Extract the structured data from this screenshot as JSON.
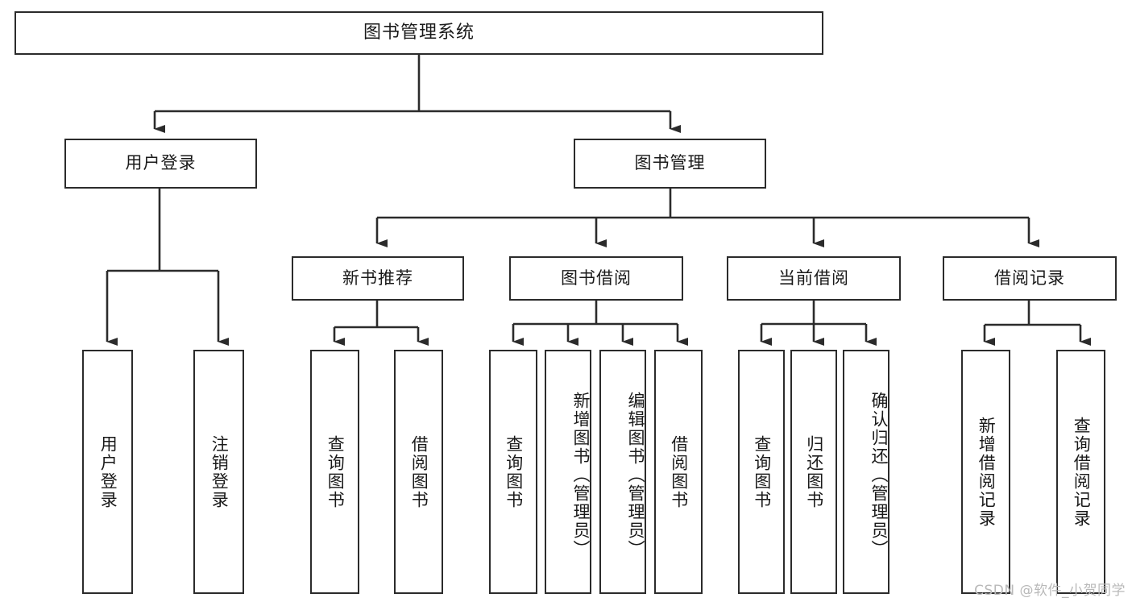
{
  "diagram": {
    "type": "tree",
    "title": "图书管理系统",
    "orientation": "top-down",
    "colors": {
      "stroke": "#2b2b2b",
      "fill": "#ffffff",
      "text": "#1a1a1a",
      "watermark": "#b9b9b9"
    },
    "root": {
      "label": "图书管理系统"
    },
    "level2": [
      {
        "label": "用户登录"
      },
      {
        "label": "图书管理"
      }
    ],
    "level3": [
      {
        "label": "新书推荐"
      },
      {
        "label": "图书借阅"
      },
      {
        "label": "当前借阅"
      },
      {
        "label": "借阅记录"
      }
    ],
    "leaves": {
      "user_login": [
        {
          "label": "用户登录"
        },
        {
          "label": "注销登录"
        }
      ],
      "new_book_recommend": [
        {
          "label": "查询图书"
        },
        {
          "label": "借阅图书"
        }
      ],
      "book_borrow": [
        {
          "label": "查询图书"
        },
        {
          "label": "新增图书（管理员）"
        },
        {
          "label": "编辑图书（管理员）"
        },
        {
          "label": "借阅图书"
        }
      ],
      "current_borrow": [
        {
          "label": "查询图书"
        },
        {
          "label": "归还图书"
        },
        {
          "label": "确认归还（管理员）"
        }
      ],
      "borrow_record": [
        {
          "label": "新增借阅记录"
        },
        {
          "label": "查询借阅记录"
        }
      ]
    }
  },
  "watermark": {
    "text": "CSDN @软件_小贺同学"
  }
}
